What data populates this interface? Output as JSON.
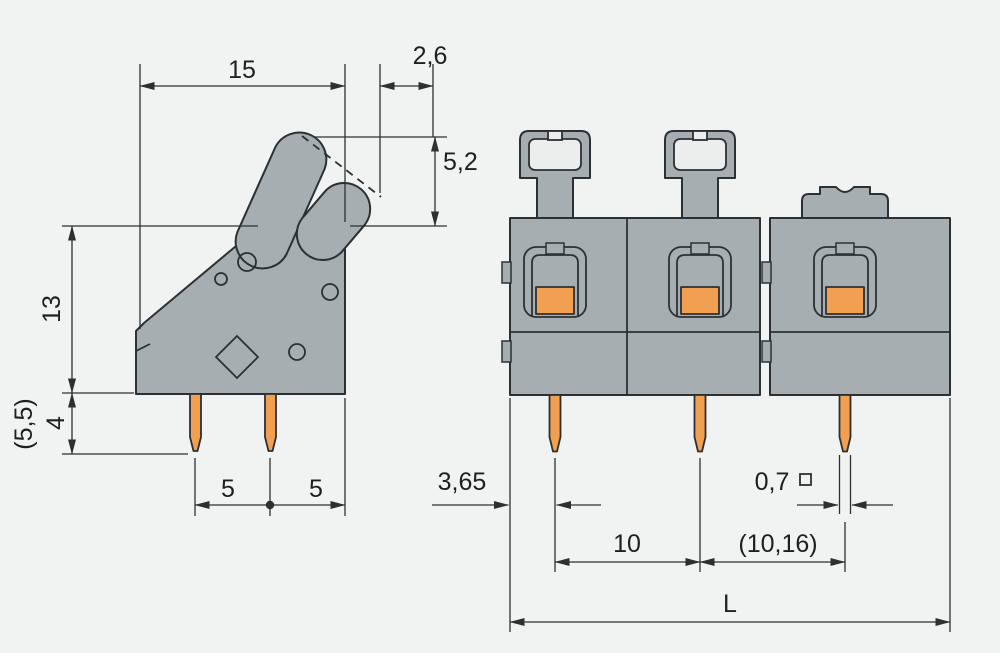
{
  "colors": {
    "bg": "#f1f2f2",
    "line": "#2d3033",
    "body": "#a6aeb2",
    "inner": "#eceeee",
    "orange": "#f0a050",
    "text": "#1d1f21"
  },
  "dims": {
    "d15": "15",
    "d26": "2,6",
    "d52": "5,2",
    "d13": "13",
    "d55": "(5,5)",
    "d4": "4",
    "d5a": "5",
    "d5b": "5",
    "d365": "3,65",
    "d07": "0,7",
    "d10": "10",
    "d1016": "(10,16)",
    "dL": "L"
  }
}
